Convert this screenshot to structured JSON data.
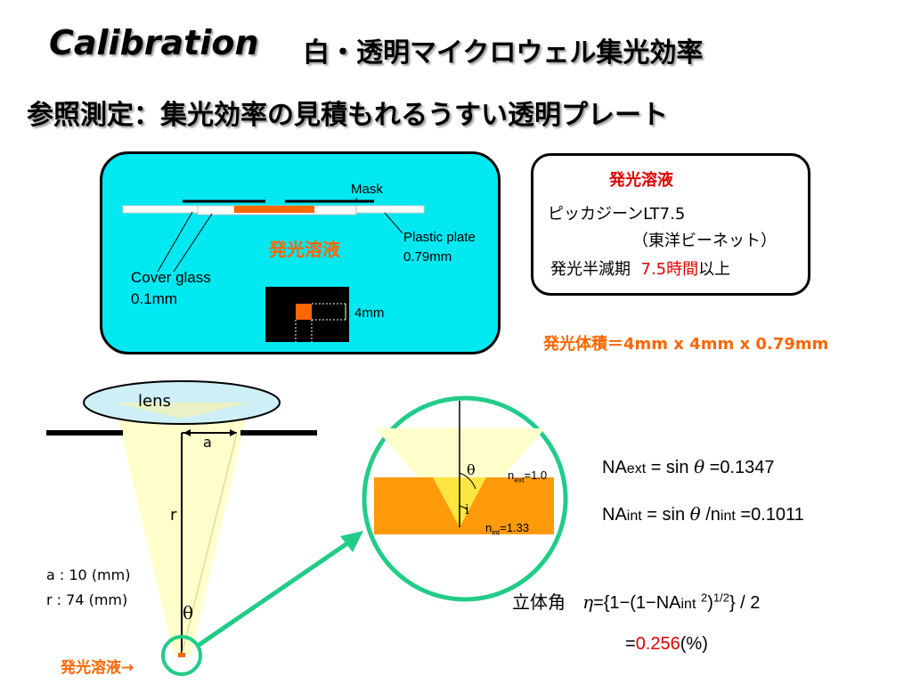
{
  "header": {
    "title_en": "Calibration",
    "title_jp": "白・透明マイクロウェル集光効率",
    "subtitle": "参照測定：集光効率の見積もれるうすい透明プレート"
  },
  "panel": {
    "mask": "Mask",
    "plastic_plate": "Plastic plate",
    "plastic_thickness": "0.79mm",
    "cover_glass": "Cover glass",
    "cover_thickness": "0.1mm",
    "solution": "発光溶液",
    "size": "4mm"
  },
  "info": {
    "heading": "発光溶液",
    "line1": "ピッカジーンLT7.5",
    "line2": "（東洋ビーネット）",
    "line3_pre": "発光半減期",
    "line3_red": "7.5時間",
    "line3_post": "以上"
  },
  "volume": "発光体積＝4mm x 4mm x 0.79mm",
  "lens_diagram": {
    "lens": "lens",
    "a": "a",
    "r": "r",
    "theta": "θ",
    "a_value": "a : 10 (mm)",
    "r_value": "r  : 74 (mm)",
    "solution_arrow": "発光溶液→"
  },
  "circle": {
    "theta": "θ",
    "i": "i",
    "next": "n",
    "next_sub": "ext",
    "next_val": "=1.0",
    "nint": "n",
    "nint_sub": "int",
    "nint_val": "=1.33"
  },
  "formulas": {
    "na_ext_pre": "NA",
    "na_ext_sub": "ext",
    "na_ext_mid": " = sin",
    "theta": "θ",
    "na_ext_post": " =0.1347",
    "na_int_pre": "NA",
    "na_int_sub": "int",
    "na_int_mid": " = sin",
    "na_int_div": " /n",
    "na_int_sub2": "int",
    "na_int_post": " =0.1011",
    "solid_angle": "立体角",
    "eta": "η",
    "eta_a": "={1−(1−NA",
    "eta_sub": "int",
    "eta_sup1": "2",
    "eta_b": ")",
    "eta_sup2": "1/2",
    "eta_c": "}  /  2",
    "result_pre": "=",
    "result_val": "0.256",
    "result_post": "(%)"
  },
  "colors": {
    "panel_bg": "#00e8f0",
    "solution": "#ff6600",
    "highlight_red": "#e00000",
    "arrow_green": "#22cc88"
  }
}
